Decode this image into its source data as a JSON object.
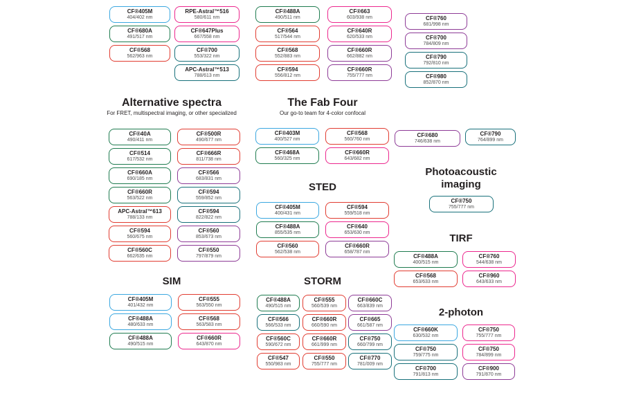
{
  "palette": {
    "blue": "#3aa7e0",
    "green": "#1e7b4f",
    "teal": "#17707a",
    "red": "#e13b30",
    "pink": "#ec268d",
    "purple": "#8d3a96"
  },
  "headers": {
    "alternative": {
      "title": "Alternative spectra",
      "subtitle": "For FRET, multispectral imaging, or other specialized"
    },
    "fab": {
      "title": "The Fab Four",
      "subtitle": "Our go-to team for 4-color confocal"
    },
    "sted": {
      "title": "STED"
    },
    "sim": {
      "title": "SIM"
    },
    "storm": {
      "title": "STORM"
    },
    "photoacoustic": {
      "lines": [
        "Photoacoustic",
        "imaging"
      ]
    },
    "tirf": {
      "title": "TIRF"
    },
    "twophoton": {
      "title": "2-photon"
    }
  },
  "groups": {
    "top": {
      "columns": [
        [
          {
            "n": "CF®405M",
            "v": "404/402 nm",
            "c": "blue"
          },
          {
            "n": "CF®680A",
            "v": "491/517 nm",
            "c": "green"
          },
          {
            "n": "CF®568",
            "v": "562/963 nm",
            "c": "red"
          }
        ],
        [
          {
            "n": "RPE-Astral™516",
            "v": "580/611 nm",
            "c": "pink"
          },
          {
            "n": "CF®647Plus",
            "v": "667/558 nm",
            "c": "pink"
          },
          {
            "n": "CF®700",
            "v": "553/322 nm",
            "c": "teal"
          },
          {
            "n": "APC-Astral™513",
            "v": "788/613 nm",
            "c": "teal"
          }
        ],
        [
          {
            "n": "CF®488A",
            "v": "490/511 nm",
            "c": "green"
          },
          {
            "n": "CF®564",
            "v": "517/544 nm",
            "c": "red"
          },
          {
            "n": "CF®568",
            "v": "552/883 nm",
            "c": "red"
          },
          {
            "n": "CF®594",
            "v": "556/812 nm",
            "c": "red"
          }
        ],
        [
          {
            "n": "CF®663",
            "v": "603/938 nm",
            "c": "pink"
          },
          {
            "n": "CF®640R",
            "v": "620/533 nm",
            "c": "pink"
          },
          {
            "n": "CF®660R",
            "v": "662/882 nm",
            "c": "purple"
          },
          {
            "n": "CF®660R",
            "v": "755/777 nm",
            "c": "purple"
          }
        ],
        [
          {
            "n": "CF®760",
            "v": "681/998 nm",
            "c": "purple"
          },
          {
            "n": "CF®700",
            "v": "784/809 nm",
            "c": "purple"
          },
          {
            "n": "CF®790",
            "v": "792/810 nm",
            "c": "teal"
          },
          {
            "n": "CF®980",
            "v": "852/870 nm",
            "c": "teal"
          }
        ]
      ]
    },
    "alternative": {
      "columns": [
        [
          {
            "n": "CF®40A",
            "v": "490/411 nm",
            "c": "green"
          },
          {
            "n": "CF®514",
            "v": "617/532 nm",
            "c": "green"
          },
          {
            "n": "CF®660A",
            "v": "690/185 nm",
            "c": "green"
          },
          {
            "n": "CF®660R",
            "v": "563/522 nm",
            "c": "green"
          },
          {
            "n": "APC-Astral™613",
            "v": "788/133 nm",
            "c": "red"
          },
          {
            "n": "CF®594",
            "v": "560/675 nm",
            "c": "red"
          },
          {
            "n": "CF®560C",
            "v": "662/635 nm",
            "c": "red"
          }
        ],
        [
          {
            "n": "CF®500R",
            "v": "490/677 nm",
            "c": "red"
          },
          {
            "n": "CF®666R",
            "v": "811/738 nm",
            "c": "red"
          },
          {
            "n": "CF®566",
            "v": "683/831 nm",
            "c": "purple"
          },
          {
            "n": "CF®594",
            "v": "559/852 nm",
            "c": "teal"
          },
          {
            "n": "CF®594",
            "v": "822/822 nm",
            "c": "teal"
          },
          {
            "n": "CF®560",
            "v": "853/673 nm",
            "c": "purple"
          },
          {
            "n": "CF®550",
            "v": "797/879 nm",
            "c": "purple"
          }
        ]
      ]
    },
    "fab": {
      "columns": [
        [
          {
            "n": "CF®403M",
            "v": "400/527 nm",
            "c": "blue"
          },
          {
            "n": "CF®468A",
            "v": "560/325 nm",
            "c": "green"
          }
        ],
        [
          {
            "n": "CF®568",
            "v": "560/760 nm",
            "c": "red"
          },
          {
            "n": "CF®660R",
            "v": "643/682 nm",
            "c": "pink"
          }
        ]
      ]
    },
    "sted": {
      "columns": [
        [
          {
            "n": "CF®405M",
            "v": "400/431 nm",
            "c": "blue"
          },
          {
            "n": "CF®488A",
            "v": "855/535 nm",
            "c": "green"
          },
          {
            "n": "CF®560",
            "v": "562/538 nm",
            "c": "red"
          }
        ],
        [
          {
            "n": "CF®594",
            "v": "559/518 nm",
            "c": "red"
          },
          {
            "n": "CF®640",
            "v": "653/630 nm",
            "c": "pink"
          },
          {
            "n": "CF®660R",
            "v": "658/787 nm",
            "c": "purple"
          }
        ]
      ]
    },
    "sim": {
      "columns": [
        [
          {
            "n": "CF®405M",
            "v": "401/432 nm",
            "c": "blue"
          },
          {
            "n": "CF®488A",
            "v": "480/633 nm",
            "c": "blue"
          },
          {
            "n": "CF®488A",
            "v": "490/515 nm",
            "c": "green"
          }
        ],
        [
          {
            "n": "CF®555",
            "v": "563/550 nm",
            "c": "red"
          },
          {
            "n": "CF®568",
            "v": "563/583 nm",
            "c": "red"
          },
          {
            "n": "CF®660R",
            "v": "643/870 nm",
            "c": "pink"
          }
        ]
      ]
    },
    "storm": {
      "columns": [
        [
          {
            "n": "CF®488A",
            "v": "490/515 nm",
            "c": "green"
          },
          {
            "n": "CF®566",
            "v": "566/533 nm",
            "c": "teal"
          },
          {
            "n": "CF®560C",
            "v": "590/672 nm",
            "c": "red"
          },
          {
            "n": "CF®547",
            "v": "550/983 nm",
            "c": "red"
          }
        ],
        [
          {
            "n": "CF®555",
            "v": "560/539 nm",
            "c": "red"
          },
          {
            "n": "CF®660R",
            "v": "660/590 nm",
            "c": "red"
          },
          {
            "n": "CF®660R",
            "v": "661/999 nm",
            "c": "red"
          },
          {
            "n": "CF®550",
            "v": "755/777 nm",
            "c": "red"
          }
        ],
        [
          {
            "n": "CF®660C",
            "v": "663/839 nm",
            "c": "purple"
          },
          {
            "n": "CF®665",
            "v": "661/587 nm",
            "c": "purple"
          },
          {
            "n": "CF®750",
            "v": "660/799 nm",
            "c": "teal"
          },
          {
            "n": "CF®770",
            "v": "781/009 nm",
            "c": "teal"
          }
        ]
      ]
    },
    "mid_right": {
      "columns": [
        [
          {
            "n": "CF®680",
            "v": "746/638 nm",
            "c": "purple"
          }
        ],
        [
          {
            "n": "CF®790",
            "v": "764/899 nm",
            "c": "teal"
          }
        ]
      ]
    },
    "photoacoustic": {
      "columns": [
        [
          {
            "n": "CF®750",
            "v": "755/777 nm",
            "c": "teal"
          }
        ]
      ]
    },
    "tirf": {
      "columns": [
        [
          {
            "n": "CF®488A",
            "v": "400/515 nm",
            "c": "green"
          },
          {
            "n": "CF®568",
            "v": "653/633 nm",
            "c": "red"
          }
        ],
        [
          {
            "n": "CF®760",
            "v": "544/638 nm",
            "c": "pink"
          },
          {
            "n": "CF®960",
            "v": "643/633 nm",
            "c": "pink"
          }
        ]
      ]
    },
    "twophoton": {
      "columns": [
        [
          {
            "n": "CF®660K",
            "v": "630/532 nm",
            "c": "blue"
          },
          {
            "n": "CF®750",
            "v": "759/775 nm",
            "c": "teal"
          },
          {
            "n": "CF®700",
            "v": "791/813 nm",
            "c": "teal"
          }
        ],
        [
          {
            "n": "CF®750",
            "v": "755/777 nm",
            "c": "pink"
          },
          {
            "n": "CF®750",
            "v": "784/899 nm",
            "c": "pink"
          },
          {
            "n": "CF®900",
            "v": "791/870 nm",
            "c": "purple"
          }
        ]
      ]
    }
  }
}
